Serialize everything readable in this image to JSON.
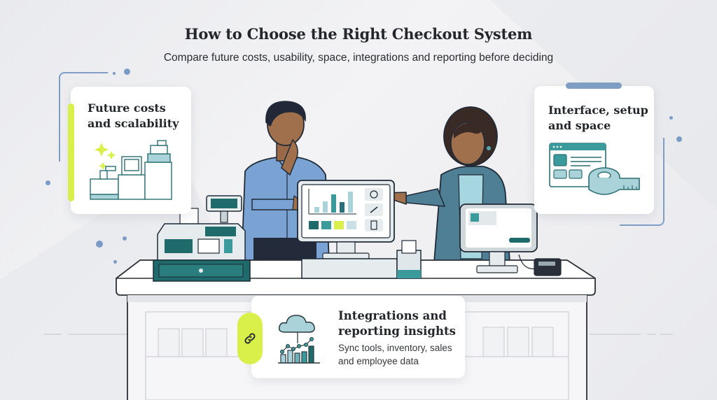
{
  "header": {
    "title": "How to Choose the Right Checkout System",
    "subtitle": "Compare future costs, usability, space, integrations and reporting before deciding"
  },
  "cards": [
    {
      "id": "future-costs",
      "title_line1": "Future costs",
      "title_line2": "and scalability",
      "icon": "scaling-registers-icon",
      "accent": "#d9ef4a"
    },
    {
      "id": "interface-setup",
      "title_line1": "Interface, setup",
      "title_line2": "and space",
      "icon": "window-and-tape-measure-icon",
      "accent": "#7f9ec4"
    },
    {
      "id": "integrations",
      "title_line1": "Integrations and",
      "title_line2": "reporting insights",
      "desc_line1": "Sync tools, inventory, sales",
      "desc_line2": "and employee data",
      "icon": "cloud-chart-icon",
      "badge_icon": "link-icon",
      "accent": "#d9ef4a"
    }
  ],
  "scene": {
    "devices": [
      "cash-register",
      "pos-terminal-monitor",
      "tablet-pos-stand",
      "card-reader"
    ],
    "people": [
      "thinking-man",
      "pointing-woman"
    ],
    "monitor_icons": [
      "gear-icon",
      "link-icon",
      "document-icon"
    ]
  },
  "colors": {
    "teal_dark": "#1f6b6b",
    "teal": "#3a9a9c",
    "teal_light": "#a9d3d8",
    "lime": "#d9ef4a",
    "blue_accent": "#7f9ec4",
    "shirt_blue": "#7aa3d3",
    "jacket_teal": "#4f7f94"
  }
}
